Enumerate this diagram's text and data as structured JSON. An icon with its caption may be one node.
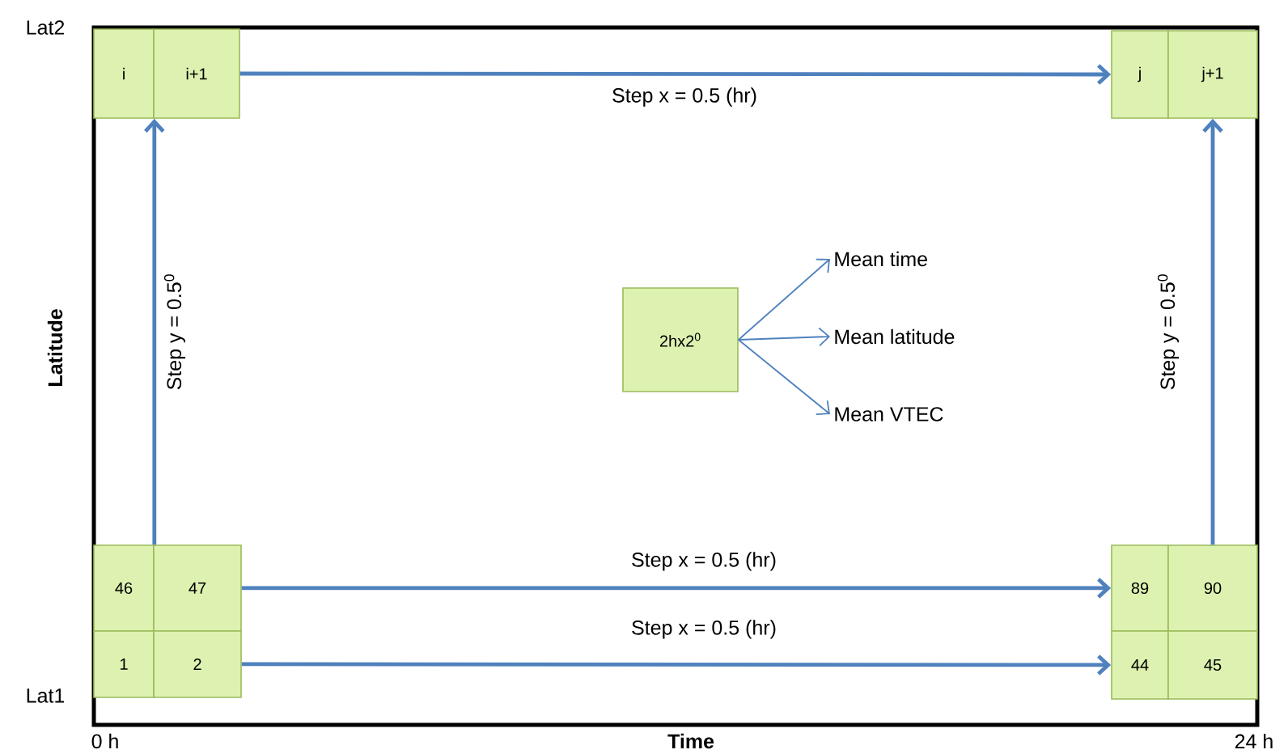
{
  "diagram": {
    "nodes": [
      {
        "text": [
          "i"
        ]
      },
      {
        "text": [
          "i+1"
        ]
      },
      {
        "text": [
          "j"
        ]
      },
      {
        "text": [
          "j+1"
        ]
      },
      {
        "text": [
          "46"
        ]
      },
      {
        "text": [
          "47"
        ]
      },
      {
        "text": [
          "1"
        ]
      },
      {
        "text": [
          "2"
        ]
      },
      {
        "text": [
          "89"
        ]
      },
      {
        "text": [
          "90"
        ]
      },
      {
        "text": [
          "44"
        ]
      },
      {
        "text": [
          "45"
        ]
      },
      {
        "text": [
          "2hx2$^{0}$"
        ]
      },
      {
        "text": [
          "Mean time"
        ]
      },
      {
        "text": [
          "Mean latitude"
        ]
      },
      {
        "text": [
          "Mean VTEC"
        ]
      }
    ],
    "edges": [
      {
        "from": 1,
        "to": 2,
        "arrow": "to",
        "label": "Step x = 0.5 (hr)"
      },
      {
        "from": 4,
        "to": 0,
        "arrow": "to",
        "label": "Step y = 0.5$^{0}$"
      },
      {
        "from": 5,
        "to": 8,
        "arrow": "to",
        "label": "Step x = 0.5 (hr)"
      },
      {
        "from": 7,
        "to": 10,
        "arrow": "to",
        "label": "Step x = 0.5 (hr)"
      },
      {
        "from": 9,
        "to": 3,
        "arrow": "to",
        "label": "Step y = 0.5$^{0}$"
      },
      {
        "from": 12,
        "to": 13,
        "arrow": "to"
      },
      {
        "from": 12,
        "to": 14,
        "arrow": "to"
      },
      {
        "from": 12,
        "to": 15,
        "arrow": "to"
      }
    ],
    "labels": [
      "Lat2",
      "Latitude",
      "Lat1",
      "0 h",
      "Time",
      "24 h"
    ]
  }
}
